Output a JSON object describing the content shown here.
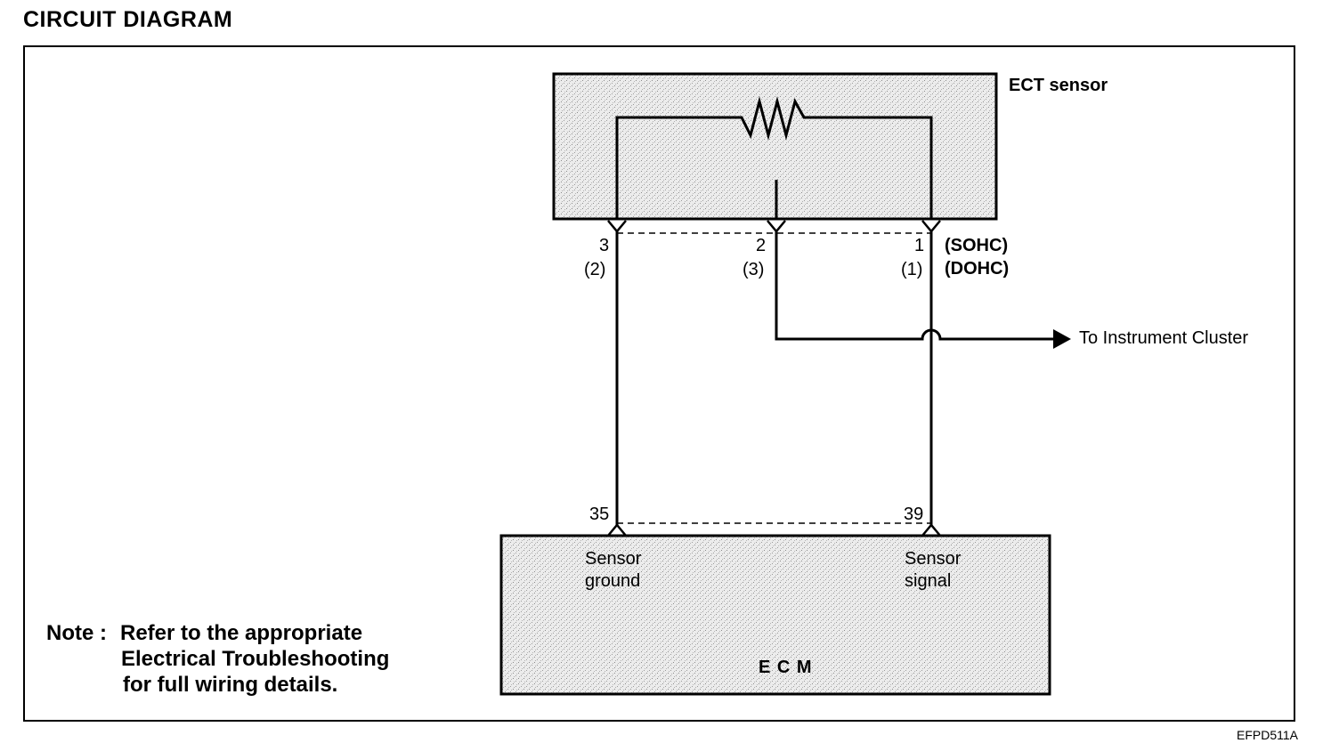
{
  "header": {
    "title": "CIRCUIT  DIAGRAM"
  },
  "components": {
    "sensor": {
      "name": "ECT sensor"
    },
    "ecm": {
      "name": "E C M"
    }
  },
  "sensor_pins": [
    {
      "sohc": "3",
      "dohc": "(2)"
    },
    {
      "sohc": "2",
      "dohc": "(3)"
    },
    {
      "sohc": "1",
      "dohc": "(1)"
    }
  ],
  "engine_types": {
    "sohc": "(SOHC)",
    "dohc": "(DOHC)"
  },
  "ecm_pins": [
    {
      "number": "35",
      "function_line1": "Sensor",
      "function_line2": "ground"
    },
    {
      "number": "39",
      "function_line1": "Sensor",
      "function_line2": "signal"
    }
  ],
  "branch": {
    "label": "To Instrument Cluster"
  },
  "note": {
    "prefix": "Note :",
    "line1": "Refer to the appropriate",
    "line2": "Electrical Troubleshooting",
    "line3": "for full wiring details."
  },
  "figure_code": "EFPD511A"
}
